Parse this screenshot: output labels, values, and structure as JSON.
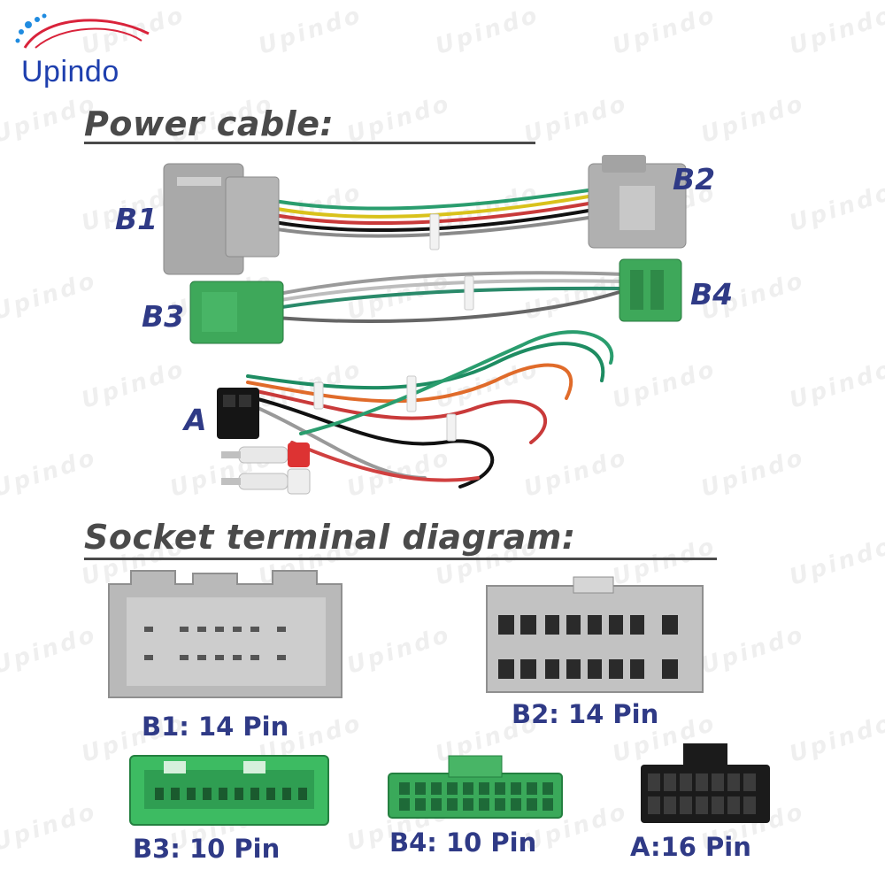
{
  "brand": {
    "name": "Upindo",
    "watermark": "Upindo"
  },
  "headings": {
    "power_cable": "Power cable:",
    "socket_diagram": "Socket terminal diagram:"
  },
  "cable_labels": {
    "b1": "B1",
    "b2": "B2",
    "b3": "B3",
    "b4": "B4",
    "a": "A"
  },
  "sockets": [
    {
      "id": "b1",
      "caption": "B1: 14 Pin",
      "color": "#b9b9b9"
    },
    {
      "id": "b2",
      "caption": "B2: 14 Pin",
      "color": "#c2c2c2"
    },
    {
      "id": "b3",
      "caption": "B3: 10 Pin",
      "color": "#3dbb62"
    },
    {
      "id": "b4",
      "caption": "B4: 10 Pin",
      "color": "#3aa95a"
    },
    {
      "id": "a",
      "caption": "A:16 Pin",
      "color": "#1b1b1b"
    }
  ],
  "colors": {
    "text_label": "#2f3a86",
    "heading": "#4a4a4a",
    "logo": "#1e3fae",
    "swoosh_red": "#d9233b",
    "swoosh_blue": "#1f8be0"
  }
}
